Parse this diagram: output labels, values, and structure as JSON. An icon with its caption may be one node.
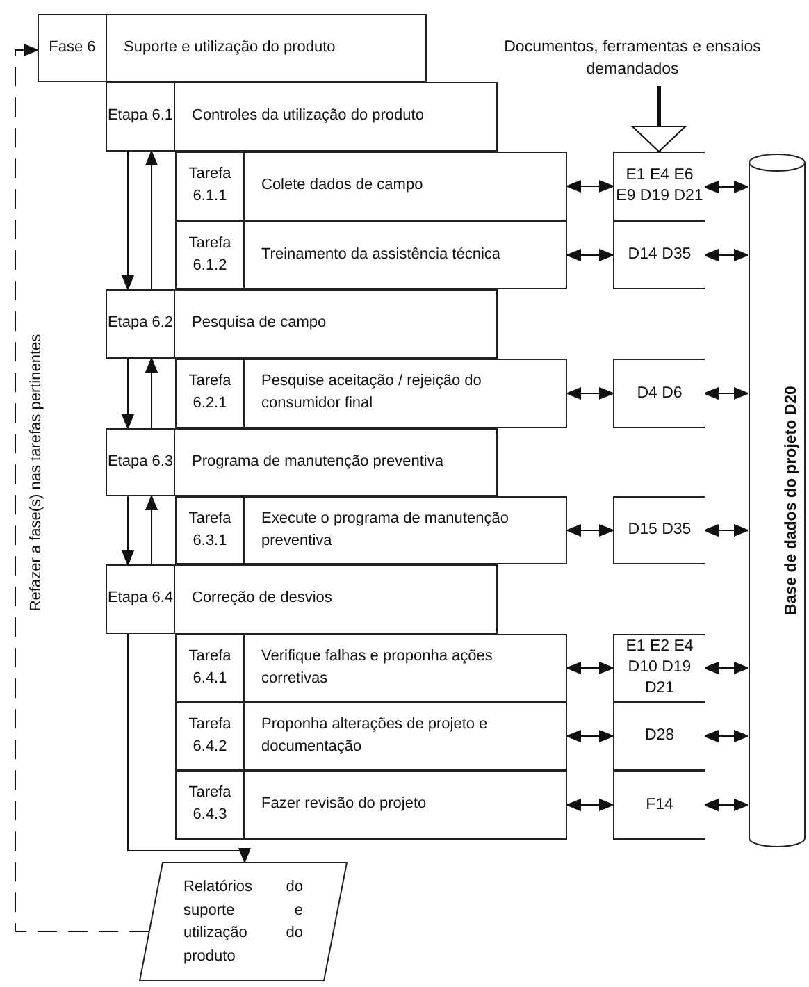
{
  "diagram": {
    "nodes": [
      {
        "text": [
          "Fase 6",
          "Suporte e utilização do produto"
        ]
      },
      {
        "text": [
          "Etapa 6.1",
          "Controles da utilização do produto"
        ]
      },
      {
        "text": [
          "Tarefa 6.1.1",
          "Colete dados de campo"
        ]
      },
      {
        "text": [
          "Tarefa 6.1.2",
          "Treinamento da assistência técnica"
        ]
      },
      {
        "text": [
          "Etapa 6.2",
          "Pesquisa de campo"
        ]
      },
      {
        "text": [
          "Tarefa 6.2.1",
          "Pesquise aceitação / rejeição do consumidor final"
        ]
      },
      {
        "text": [
          "Etapa 6.3",
          "Programa de manutenção preventiva"
        ]
      },
      {
        "text": [
          "Tarefa 6.3.1",
          "Execute o programa de manutenção preventiva"
        ]
      },
      {
        "text": [
          "Etapa 6.4",
          "Correção de desvios"
        ]
      },
      {
        "text": [
          "Tarefa 6.4.1",
          "Verifique falhas e proponha ações corretivas"
        ]
      },
      {
        "text": [
          "Tarefa 6.4.2",
          "Proponha alterações de projeto e documentação"
        ]
      },
      {
        "text": [
          "Tarefa 6.4.3",
          "Fazer revisão do projeto"
        ]
      },
      {
        "text": [
          "E1 E4 E6 E9 D19 D21"
        ]
      },
      {
        "text": [
          "D14 D35"
        ]
      },
      {
        "text": [
          "D4 D6"
        ]
      },
      {
        "text": [
          "D15 D35"
        ]
      },
      {
        "text": [
          "E1 E2 E4 D10 D19 D21"
        ]
      },
      {
        "text": [
          "D28"
        ]
      },
      {
        "text": [
          "F14"
        ]
      },
      {
        "text": [
          "Base de dados do projeto D20"
        ]
      },
      {
        "text": [
          "Documentos, ferramentas e ensaios demandados"
        ]
      },
      {
        "text": [
          "Relatórios do suporte e utilização do produto"
        ]
      }
    ],
    "edges": [
      {
        "from": 1,
        "to": 4,
        "arrow": "to"
      },
      {
        "from": 4,
        "to": 1,
        "arrow": "to"
      },
      {
        "from": 4,
        "to": 6,
        "arrow": "to"
      },
      {
        "from": 6,
        "to": 4,
        "arrow": "to"
      },
      {
        "from": 6,
        "to": 8,
        "arrow": "to"
      },
      {
        "from": 8,
        "to": 6,
        "arrow": "to"
      },
      {
        "from": 8,
        "to": 21,
        "arrow": "to"
      },
      {
        "from": 21,
        "to": 0,
        "arrow": "to",
        "style": "dashed",
        "label": "Refazer a fase(s) nas tarefas pertinentes"
      },
      {
        "from": 20,
        "to": 12,
        "arrow": "to",
        "style": "thick"
      },
      {
        "from": 2,
        "to": 12,
        "arrow": "both"
      },
      {
        "from": 3,
        "to": 13,
        "arrow": "both"
      },
      {
        "from": 5,
        "to": 14,
        "arrow": "both"
      },
      {
        "from": 7,
        "to": 15,
        "arrow": "both"
      },
      {
        "from": 9,
        "to": 16,
        "arrow": "both"
      },
      {
        "from": 10,
        "to": 17,
        "arrow": "both"
      },
      {
        "from": 11,
        "to": 18,
        "arrow": "both"
      },
      {
        "from": 12,
        "to": 19,
        "arrow": "both"
      },
      {
        "from": 13,
        "to": 19,
        "arrow": "both"
      },
      {
        "from": 14,
        "to": 19,
        "arrow": "both"
      },
      {
        "from": 15,
        "to": 19,
        "arrow": "both"
      },
      {
        "from": 16,
        "to": 19,
        "arrow": "both"
      },
      {
        "from": 17,
        "to": 19,
        "arrow": "both"
      },
      {
        "from": 18,
        "to": 19,
        "arrow": "both"
      }
    ]
  }
}
